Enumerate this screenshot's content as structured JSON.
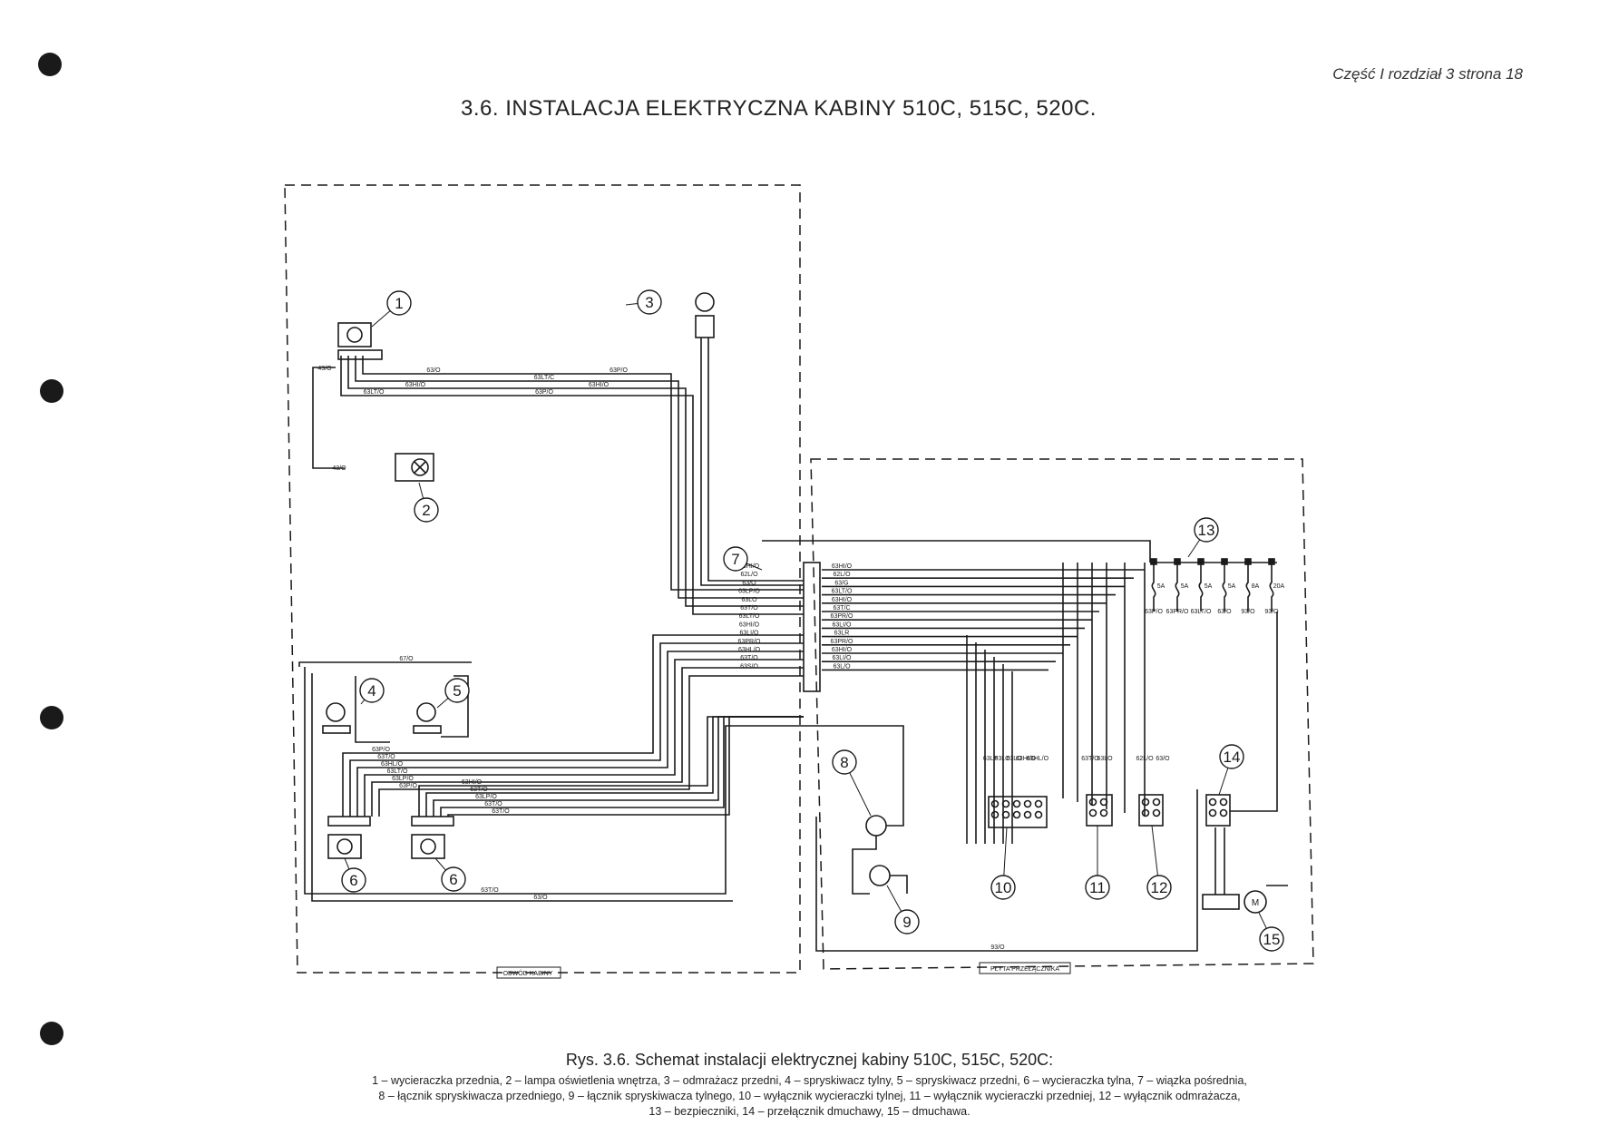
{
  "header": {
    "page_ref": "Część I rozdział 3 strona 18"
  },
  "title": "3.6. INSTALACJA ELEKTRYCZNA KABINY 510C, 515C, 520C.",
  "callouts": [
    "1",
    "2",
    "3",
    "4",
    "5",
    "6",
    "6",
    "7",
    "8",
    "9",
    "10",
    "11",
    "12",
    "14",
    "13",
    "15"
  ],
  "wire_labels": {
    "upper_left": [
      "63/O",
      "63LT/C",
      "63HI/O",
      "63LT/O",
      "63HI/O",
      "63P/O",
      "63P/O",
      "43/O",
      "43/O"
    ],
    "harness_left": [
      "63HI/O",
      "62L/O",
      "63/O",
      "63LP/O",
      "63LO",
      "63T/O",
      "63LT/O",
      "63HI/O",
      "63LI/O",
      "63PR/O",
      "63HL/O",
      "63T/O",
      "63S/O"
    ],
    "harness_right": [
      "63HI/O",
      "62L/O",
      "63/G",
      "63LT/O",
      "63HI/O",
      "63T/C",
      "63PR/O",
      "63LI/O",
      "63LR",
      "63PR/O",
      "63HI/O",
      "63LI/O",
      "63L/O"
    ],
    "lower_left": [
      "63P/O",
      "63T/O",
      "63HL/O",
      "63LT/O",
      "63LP/O",
      "63P/O",
      "63HI/O",
      "63T/O",
      "63LP/O",
      "63T/O",
      "63T/O"
    ],
    "bottom": [
      "63T/O",
      "63/O",
      "67/O",
      "93/O"
    ],
    "fuses": [
      "5A",
      "5A",
      "5A",
      "5A",
      "8A",
      "20A"
    ],
    "fuse_out": [
      "63P/O",
      "63PR/O",
      "63LT/O",
      "63/O",
      "93/O",
      "93/O"
    ],
    "module_10": [
      "63LP",
      "63LO",
      "63LO",
      "63HI/O",
      "63HL/O"
    ],
    "module_11": [
      "63T/O",
      "63LO"
    ],
    "module_12": [
      "62L/O",
      "63/O"
    ],
    "motor": [
      "M"
    ]
  },
  "boxes": {
    "left_box": "OBWÓD KABINY",
    "right_box": "PŁYTA PRZEŁĄCZNIKA"
  },
  "caption": {
    "title": "Rys. 3.6. Schemat instalacji elektrycznej kabiny 510C, 515C, 520C:",
    "line1": "1 – wycieraczka przednia, 2 – lampa oświetlenia wnętrza, 3 – odmrażacz przedni, 4 – spryskiwacz tylny, 5 – spryskiwacz przedni, 6 – wycieraczka tylna, 7 – wiązka pośrednia,",
    "line2": "8 – łącznik spryskiwacza przedniego, 9 – łącznik spryskiwacza tylnego, 10 – wyłącznik wycieraczki tylnej, 11 – wyłącznik wycieraczki przedniej, 12 – wyłącznik odmrażacza,",
    "line3": "13 – bezpieczniki, 14 – przełącznik dmuchawy, 15 – dmuchawa."
  },
  "colors": {
    "ink": "#1a1a1a",
    "paper": "#ffffff"
  }
}
